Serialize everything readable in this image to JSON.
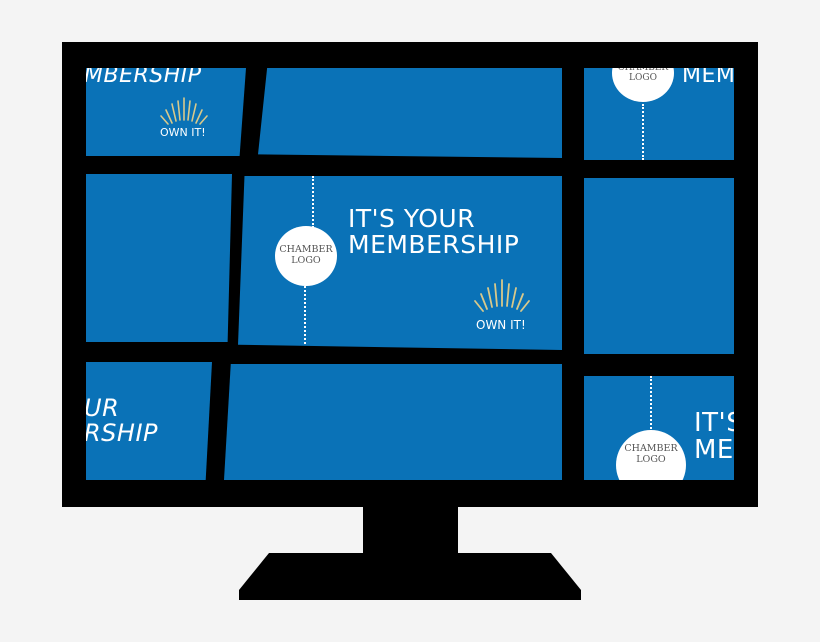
{
  "colors": {
    "background": "#f4f4f4",
    "monitor": "#000000",
    "tile_blue": "#0a72b7",
    "burst_gold": "#d9c98a",
    "logo_text": "#555555"
  },
  "slide": {
    "headline_line1": "IT'S YOUR",
    "headline_line2": "MEMBERSHIP",
    "logo_line1": "CHAMBER",
    "logo_line2": "LOGO",
    "tagline": "OWN IT!",
    "burst_icon": "sunburst-icon"
  },
  "fragments": {
    "top_left_text": "MBERSHIP",
    "top_right_text": "MEM",
    "bottom_left_line1": "UR",
    "bottom_left_line2": "RSHIP",
    "bottom_right_line1": "IT'S",
    "bottom_right_line2": "ME"
  }
}
